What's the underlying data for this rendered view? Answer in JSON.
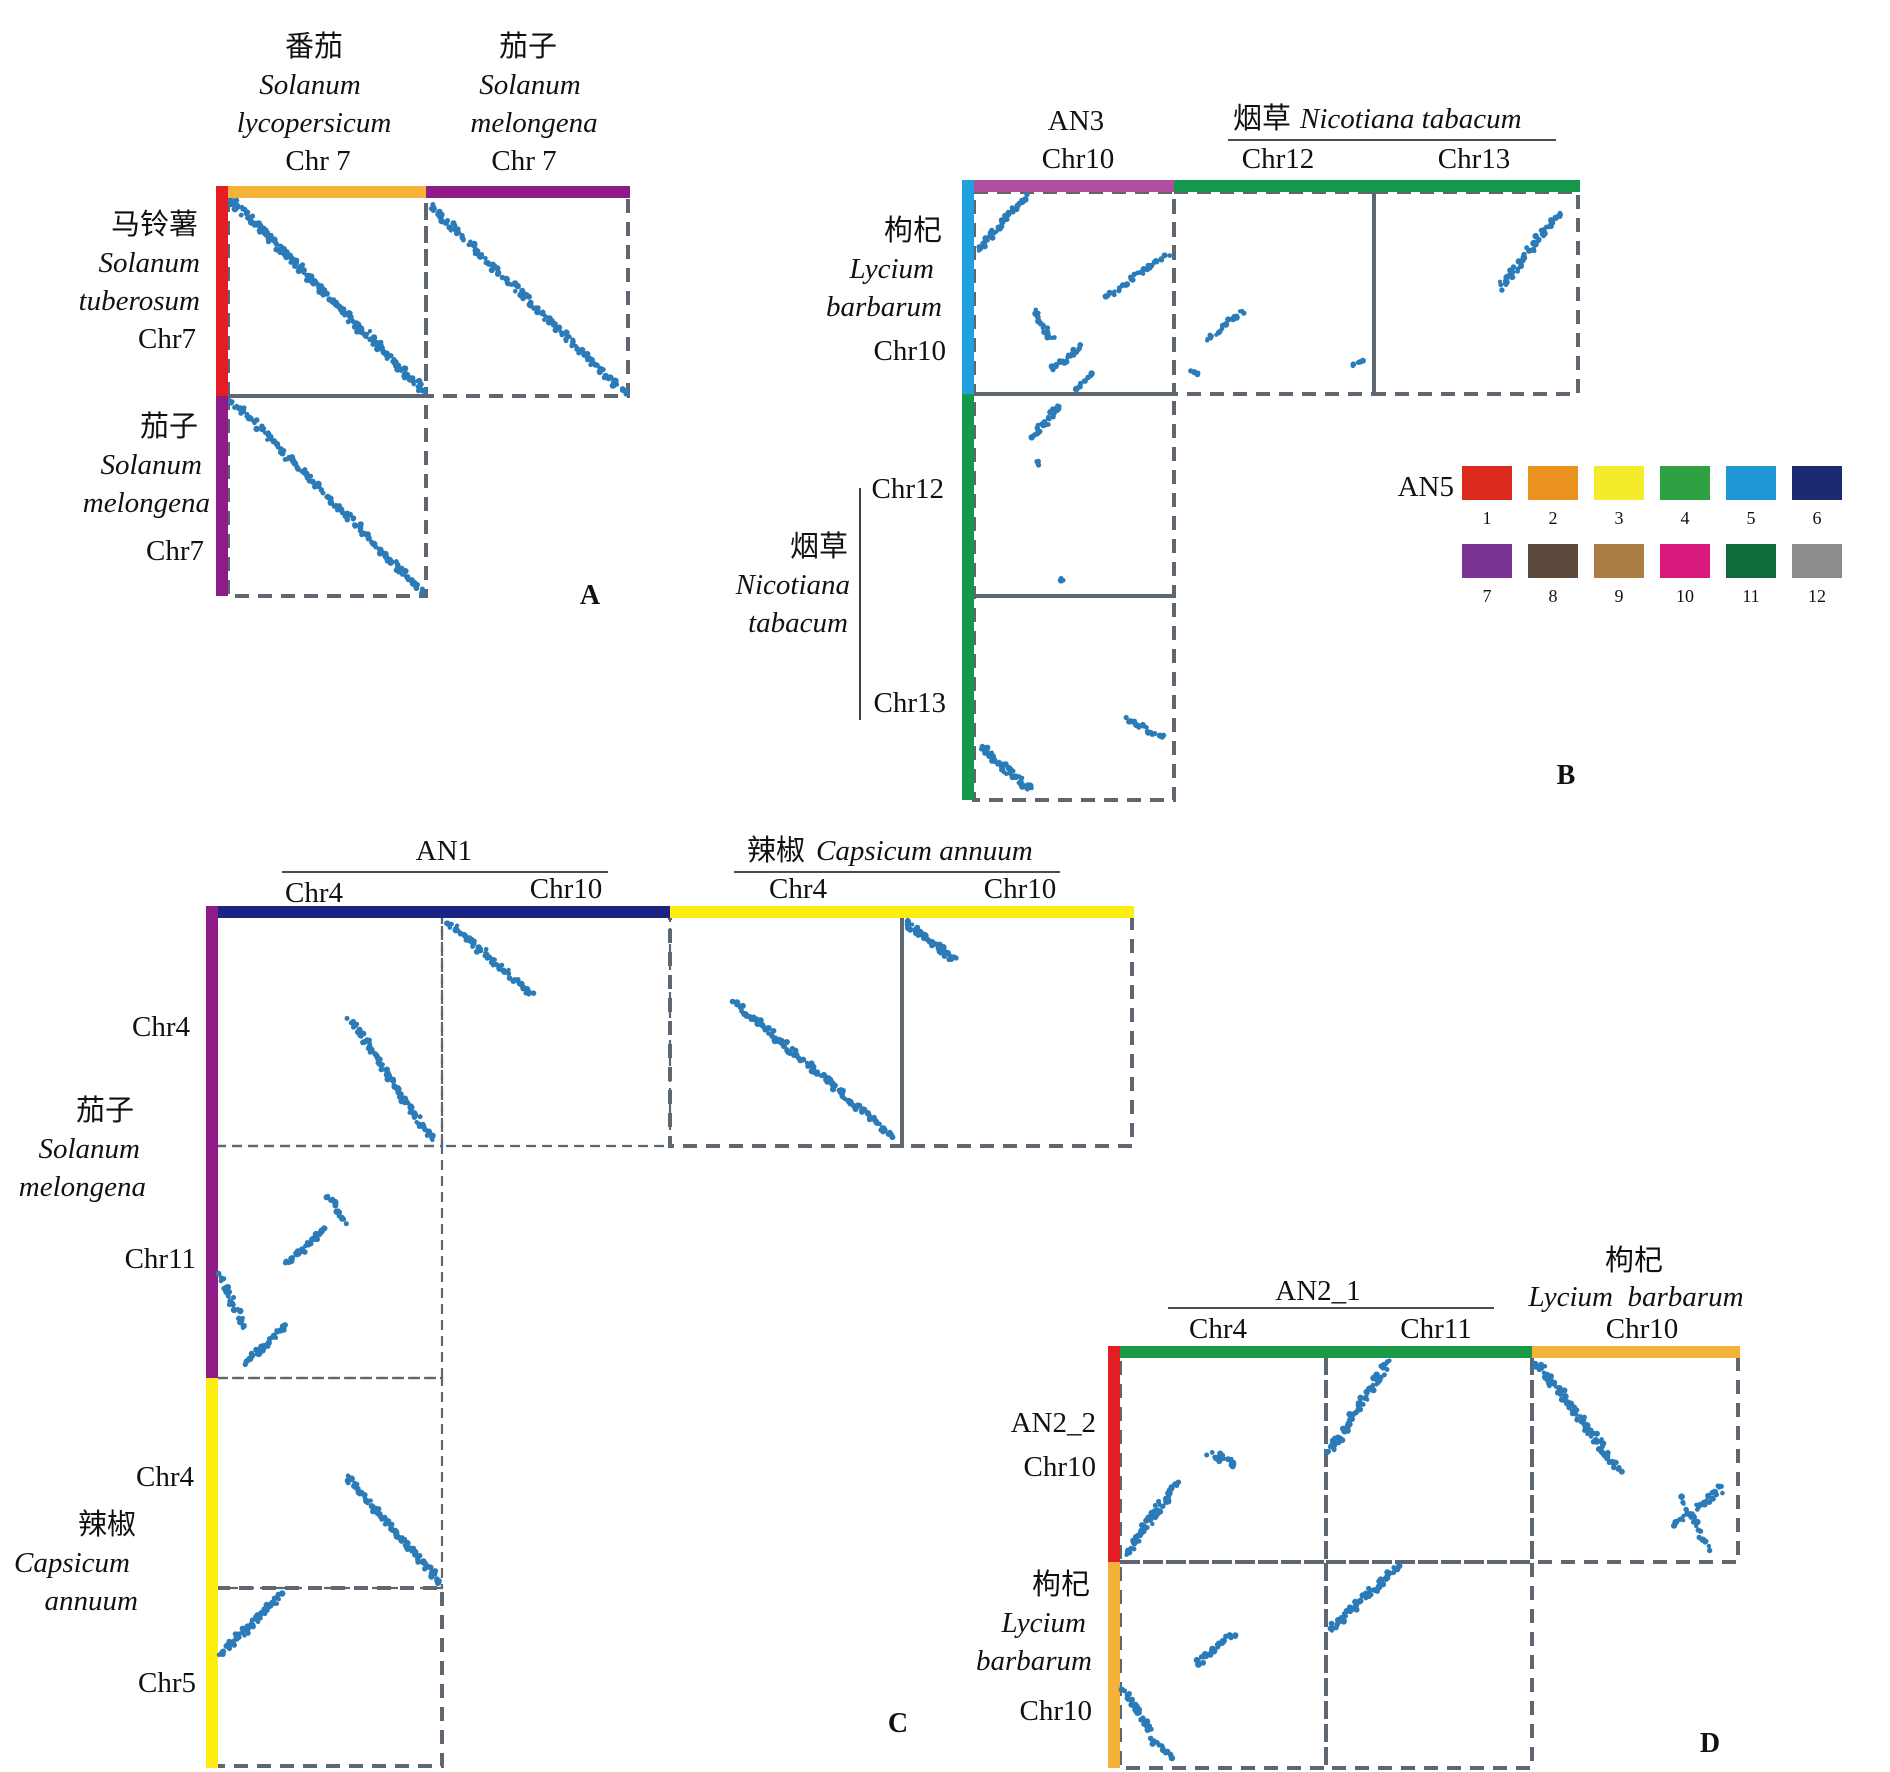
{
  "colors": {
    "dot": "#2a7bb8",
    "tomato_orange": "#f4b23a",
    "eggplant_purple": "#8e1b86",
    "potato_red": "#e31d23",
    "an3_pink": "#b24ea2",
    "tobacco_green": "#14984b",
    "lycium_blue": "#1ea1dc",
    "an1_navy": "#1c2382",
    "pepper_yellow": "#fdee10",
    "an2_green": "#1a9a46",
    "lycium_orange": "#f4b23a"
  },
  "panels": {
    "A": {
      "letter": "A",
      "col1": {
        "cn": "番茄",
        "latin1": "Solanum",
        "latin2": "lycopersicum",
        "chr": "Chr 7"
      },
      "col2": {
        "cn": "茄子",
        "latin1": "Solanum",
        "latin2": "melongena",
        "chr": "Chr 7"
      },
      "row1": {
        "cn": "马铃薯",
        "latin1": "Solanum",
        "latin2": "tuberosum",
        "chr": "Chr7"
      },
      "row2": {
        "cn": "茄子",
        "latin1": "Solanum",
        "latin2": "melongena",
        "chr": "Chr7"
      }
    },
    "B": {
      "letter": "B",
      "col_an3": {
        "name": "AN3",
        "chr": "Chr10"
      },
      "col_tobacco": {
        "cn": "烟草",
        "latin": "Nicotiana tabacum",
        "chr1": "Chr12",
        "chr2": "Chr13"
      },
      "row_lycium": {
        "cn": "枸杞",
        "latin1": "Lycium",
        "latin2": "barbarum",
        "chr": "Chr10"
      },
      "row_tobacco": {
        "cn": "烟草",
        "latin1": "Nicotiana",
        "latin2": "tabacum",
        "chr1": "Chr12",
        "chr2": "Chr13"
      },
      "legend": {
        "title": "AN5",
        "items": [
          {
            "n": "1",
            "color": "#da2a1d"
          },
          {
            "n": "2",
            "color": "#ea9220"
          },
          {
            "n": "3",
            "color": "#f4ec2a"
          },
          {
            "n": "4",
            "color": "#2ea243"
          },
          {
            "n": "5",
            "color": "#2196d7"
          },
          {
            "n": "6",
            "color": "#1c2a72"
          },
          {
            "n": "7",
            "color": "#7b3393"
          },
          {
            "n": "8",
            "color": "#5e4a3c"
          },
          {
            "n": "9",
            "color": "#ab7d45"
          },
          {
            "n": "10",
            "color": "#d91a7c"
          },
          {
            "n": "11",
            "color": "#0f6b3b"
          },
          {
            "n": "12",
            "color": "#8c8c8c"
          }
        ]
      }
    },
    "C": {
      "letter": "C",
      "col_an1": {
        "name": "AN1",
        "chr1": "Chr4",
        "chr2": "Chr10"
      },
      "col_pepper": {
        "cn": "辣椒",
        "latin": "Capsicum annuum",
        "chr1": "Chr4",
        "chr2": "Chr10"
      },
      "row_eggplant": {
        "chr1": "Chr4",
        "cn": "茄子",
        "latin1": "Solanum",
        "latin2": "melongena",
        "chr2": "Chr11"
      },
      "row_pepper": {
        "chr1": "Chr4",
        "cn": "辣椒",
        "latin1": "Capsicum",
        "latin2": "annuum",
        "chr2": "Chr5"
      }
    },
    "D": {
      "letter": "D",
      "col_an2": {
        "name": "AN2_1",
        "chr1": "Chr4",
        "chr2": "Chr11"
      },
      "col_lycium": {
        "cn": "枸杞",
        "latin": "Lycium  barbarum",
        "chr": "Chr10"
      },
      "row_an2": {
        "name": "AN2_2",
        "chr": "Chr10"
      },
      "row_lycium": {
        "cn": "枸杞",
        "latin1": "Lycium",
        "latin2": "barbarum",
        "chr": "Chr10"
      }
    }
  }
}
